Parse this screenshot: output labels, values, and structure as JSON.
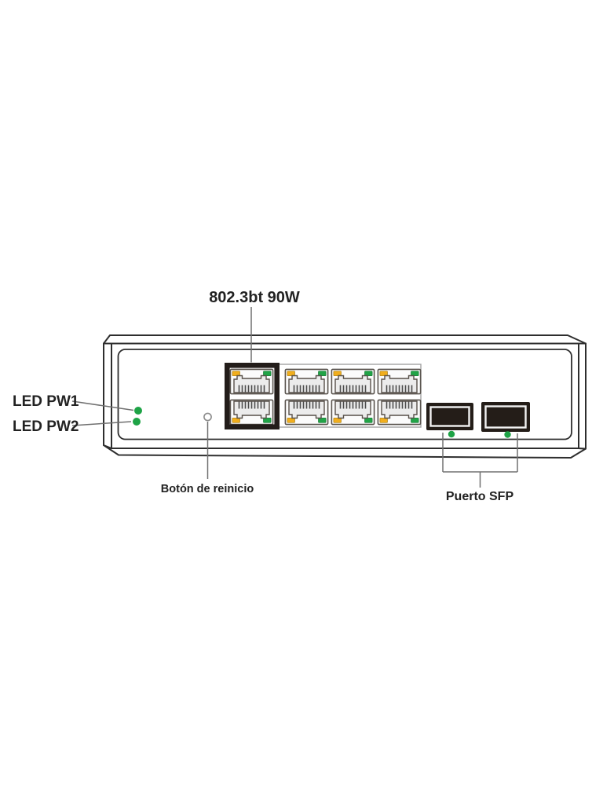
{
  "diagram": {
    "title_context": "PoE network switch front panel diagram",
    "labels": {
      "poe_standard": "802.3bt 90W",
      "led_pw1": "LED PW1",
      "led_pw2": "LED PW2",
      "reset_button": "Botón de reinicio",
      "sfp_port": "Puerto SFP"
    },
    "device": {
      "rj45_ports": 8,
      "rj45_rows": 2,
      "rj45_columns": 4,
      "highlighted_ports": "first column (2 ports, 802.3bt 90W)",
      "sfp_ports": 2,
      "power_leds": 2,
      "reset_buttons": 1
    },
    "colors": {
      "led_green": "#1ea346",
      "led_yellow": "#f1ae1d",
      "chassis_line": "#2e2e2e",
      "leader_line": "#707070",
      "highlight_frame": "#231d1a",
      "sfp_body": "#241d18",
      "text": "#222222"
    }
  }
}
